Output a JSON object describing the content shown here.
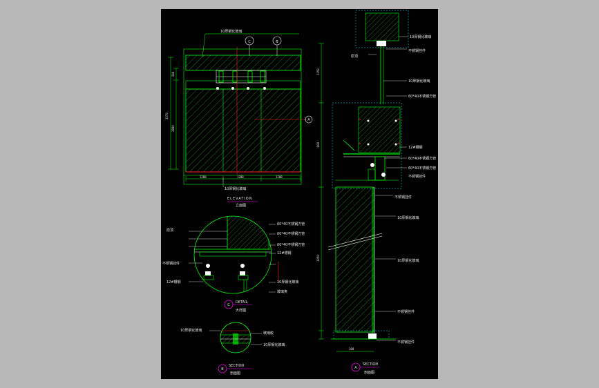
{
  "labels": {
    "glass_panel_top": "10厚钢化玻璃",
    "stainless_1": "60*40不锈钢方管",
    "stainless_2": "60*40不锈钢方管",
    "stainless_3": "60*40不锈钢方管",
    "stainless_4": "60*40不锈钢方管",
    "stainless_5": "60*40不锈钢方管",
    "stainless_6": "60*40不锈钢方管",
    "channel_1": "12#槽钢",
    "channel_2": "12#槽钢",
    "channel_3": "12#槽钢",
    "hanger_1": "不锈钢挂件",
    "hanger_2": "不锈钢挂件",
    "hanger_3": "不锈钢挂件",
    "hanger_4": "不锈钢挂件",
    "ceiling": "原顶",
    "ceiling_left": "原顶",
    "glass_1": "10厚钢化玻璃",
    "glass_2": "10厚钢化玻璃",
    "glass_3": "10厚钢化玻璃",
    "glass_4": "10厚钢化玻璃",
    "glass_5": "10厚钢化玻璃",
    "glass_6": "10厚钢化玻璃",
    "glass_7": "10厚钢化玻璃",
    "clip": "玻璃夹",
    "glue": "玻璃胶",
    "base_hanger": "不锈钢挂件",
    "floor_hanger": "不锈钢挂件"
  },
  "dimensions": {
    "w1": "1200",
    "w2": "1200",
    "w3": "1200",
    "h_total": "3370",
    "h_top": "240",
    "h_glass": "2880",
    "sec_top": "1150",
    "sec_mid": "800",
    "sec_bottom": "1050",
    "sec_base": "100"
  },
  "titles": {
    "elevation_en": "ELEVATION",
    "elevation_cn": "立面图",
    "detail_en": "DETAIL",
    "detail_cn": "大样图",
    "section_b_en": "SECTION",
    "section_b_cn": "剖面图",
    "section_a_en": "SECTION",
    "section_a_cn": "剖面图"
  },
  "markers": {
    "c": "C",
    "b": "B",
    "a": "A",
    "top_c": "C",
    "top_b": "B",
    "side_a": "A"
  },
  "colors": {
    "line": "#00ff00",
    "hatch": "#1f7a1f",
    "accent": "#ff00ff",
    "red": "#ff2020",
    "cyan": "#00ffff",
    "white": "#e8e8e8"
  }
}
